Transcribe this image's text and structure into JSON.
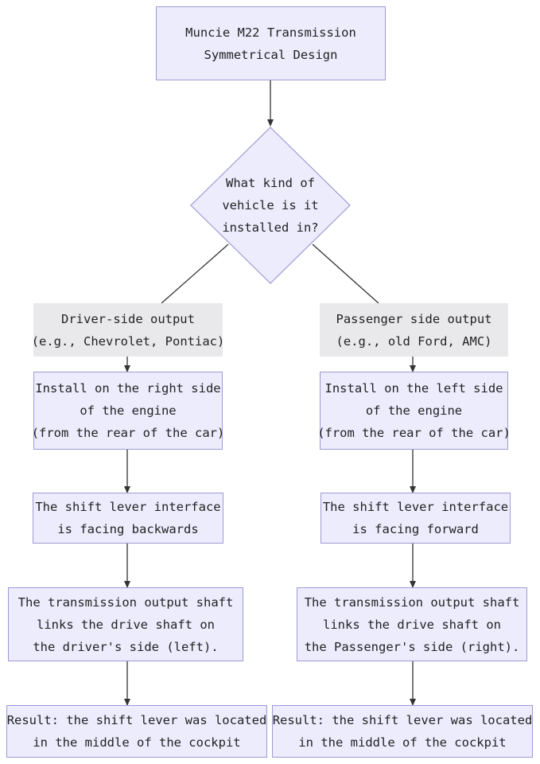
{
  "colors": {
    "node_fill": "#ececfd",
    "node_border": "#9f99d6",
    "label_fill": "#e9e9ec",
    "edge": "#333333",
    "text": "#222222"
  },
  "diagram": {
    "title_node": [
      "Muncie M22 Transmission",
      "Symmetrical Design"
    ],
    "decision": [
      "What kind of",
      "vehicle is it",
      "installed in?"
    ],
    "left": {
      "branch_label": [
        "Driver-side output",
        "(e.g., Chevrolet, Pontiac)"
      ],
      "install": [
        "Install on the right side",
        "of the engine",
        "(from the rear of the car)"
      ],
      "shift": [
        "The shift lever interface",
        "is facing backwards"
      ],
      "output": [
        "The transmission output shaft",
        "links the drive shaft on",
        "the driver's side (left)."
      ],
      "result": [
        "Result: the shift lever was located",
        "in the middle of the cockpit"
      ]
    },
    "right": {
      "branch_label": [
        "Passenger side output",
        "(e.g., old Ford, AMC)"
      ],
      "install": [
        "Install on the left side",
        "of the engine",
        "(from the rear of the car)"
      ],
      "shift": [
        "The shift lever interface",
        "is facing forward"
      ],
      "output": [
        "The transmission output shaft",
        "links the drive shaft on",
        "the Passenger's side (right)."
      ],
      "result": [
        "Result: the shift lever was located",
        "in the middle of the cockpit"
      ]
    }
  }
}
